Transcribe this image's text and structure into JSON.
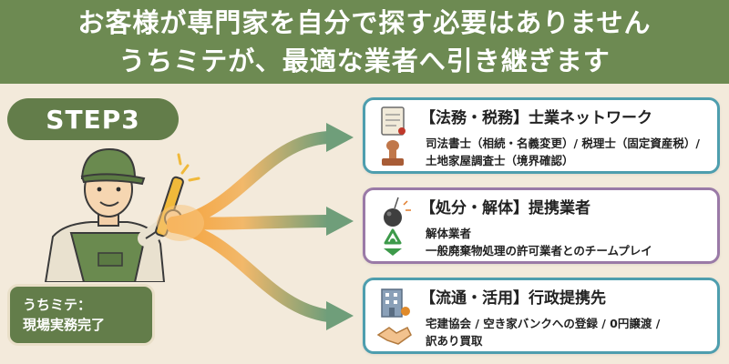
{
  "header": {
    "line1": "お客様が専門家を自分で探す必要はありません",
    "line2": "うちミテが、最適な業者へ引き継ぎます"
  },
  "step_label": "STEP3",
  "status": {
    "line1": "うちミテ：",
    "line2": "現場実務完了"
  },
  "cards": [
    {
      "title": "【法務・税務】士業ネットワーク",
      "lines": [
        "司法書士（相続・名義変更）/ 税理士（固定資産税）/",
        "土地家屋調査士（境界確認）"
      ],
      "icons": [
        "scroll-icon",
        "stamp-icon"
      ],
      "border_color": "#4e9eae"
    },
    {
      "title": "【処分・解体】提携業者",
      "lines": [
        "解体業者",
        "一般廃棄物処理の許可業者とのチームプレイ"
      ],
      "icons": [
        "wrecking-ball-icon",
        "recycle-icon"
      ],
      "border_color": "#9a7aa7"
    },
    {
      "title": "【流通・活用】行政提携先",
      "lines": [
        "宅建協会 / 空き家バンクへの登録 / 0円譲渡 /",
        "訳あり買取"
      ],
      "icons": [
        "building-icon",
        "handshake-icon"
      ],
      "border_color": "#4e9eae"
    }
  ],
  "colors": {
    "header_bg": "#6d8a52",
    "badge_bg": "#637d4a",
    "page_bg": "#f3eadb",
    "arrow_green": "#6f9e7a",
    "arrow_orange": "#f5a23a"
  }
}
